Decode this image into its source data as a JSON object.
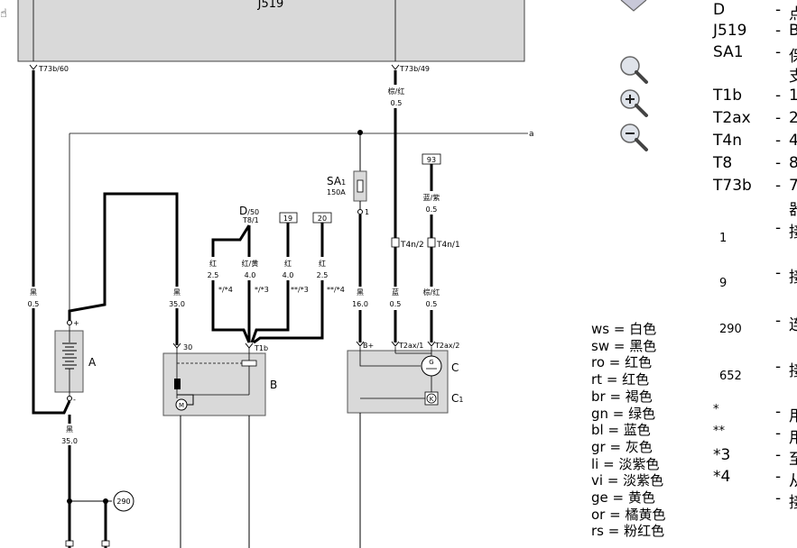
{
  "diagram": {
    "j519_label": "J519",
    "hand_glyph": "☝",
    "edge_label_a": "a",
    "pins": {
      "t73b_60": "T73b/60",
      "t73b_49": "T73b/49",
      "t4n_2": "T4n/2",
      "t4n_1": "T4n/1",
      "t2ax_1": "T2ax/1",
      "t2ax_2": "T2ax/2",
      "t1b": "T1b",
      "b_plus": "B+",
      "pin_30": "30",
      "pin_1": "1",
      "plus": "+",
      "minus": "-"
    },
    "wires": {
      "w1_color": "黑",
      "w1_size": "0.5",
      "w2_color": "棕/红",
      "w2_size": "0.5",
      "w3_color": "黑",
      "w3_size": "35.0",
      "w4_color": "红",
      "w4_size": "2.5",
      "w4_note": "*/*4",
      "w5_color": "红/黄",
      "w5_size": "4.0",
      "w5_note": "*/*3",
      "w6_color": "红",
      "w6_size": "4.0",
      "w6_note": "**/*3",
      "w7_color": "红",
      "w7_size": "2.5",
      "w7_note": "**/*4",
      "w8_color": "黑",
      "w8_size": "16.0",
      "w9_color": "蓝",
      "w9_size": "0.5",
      "w10_color": "棕/红",
      "w10_size": "0.5",
      "w11_color": "蓝/紫",
      "w11_size": "0.5",
      "w12_color": "黑",
      "w12_size": "35.0"
    },
    "boxes": {
      "b19": "19",
      "b20": "20",
      "b93": "93"
    },
    "circle_290": "290",
    "fuse_label": "SA",
    "fuse_sub": "1",
    "fuse_rating": "150A",
    "d_label": "D",
    "d_pin": "/50",
    "d_t8": "T8/1",
    "comp_a": "A",
    "comp_b": "B",
    "comp_c": "C",
    "comp_c1": "C",
    "comp_c1_sub": "1",
    "gen_symbol": "G",
    "k_symbol": "K",
    "m_symbol": "M"
  },
  "color_legend": [
    "ws = 白色",
    "sw = 黑色",
    "ro = 红色",
    "rt = 红色",
    "br = 褐色",
    "gn = 绿色",
    "bl = 蓝色",
    "gr = 灰色",
    "li = 淡紫色",
    "vi = 淡紫色",
    "ge = 黄色",
    "or = 橘黄色",
    "rs = 粉红色"
  ],
  "component_legend": [
    {
      "code": "D",
      "text": "点"
    },
    {
      "code": "J519",
      "text": "B"
    },
    {
      "code": "SA1",
      "text": "保"
    },
    {
      "code": "",
      "text": "支"
    },
    {
      "code": "T1b",
      "text": "1"
    },
    {
      "code": "T2ax",
      "text": "2"
    },
    {
      "code": "T4n",
      "text": "4"
    },
    {
      "code": "T8",
      "text": "8"
    },
    {
      "code": "T73b",
      "text": "7"
    },
    {
      "code": "",
      "text": "器"
    },
    {
      "code": "1",
      "text": "接"
    },
    {
      "code": "9",
      "text": "接"
    },
    {
      "code": "290",
      "text": "连"
    },
    {
      "code": "652",
      "text": "接"
    },
    {
      "code": "*",
      "text": "用"
    },
    {
      "code": "**",
      "text": "用"
    },
    {
      "code": "*3",
      "text": "至"
    },
    {
      "code": "*4",
      "text": "从"
    },
    {
      "code": "",
      "text": "接"
    }
  ]
}
